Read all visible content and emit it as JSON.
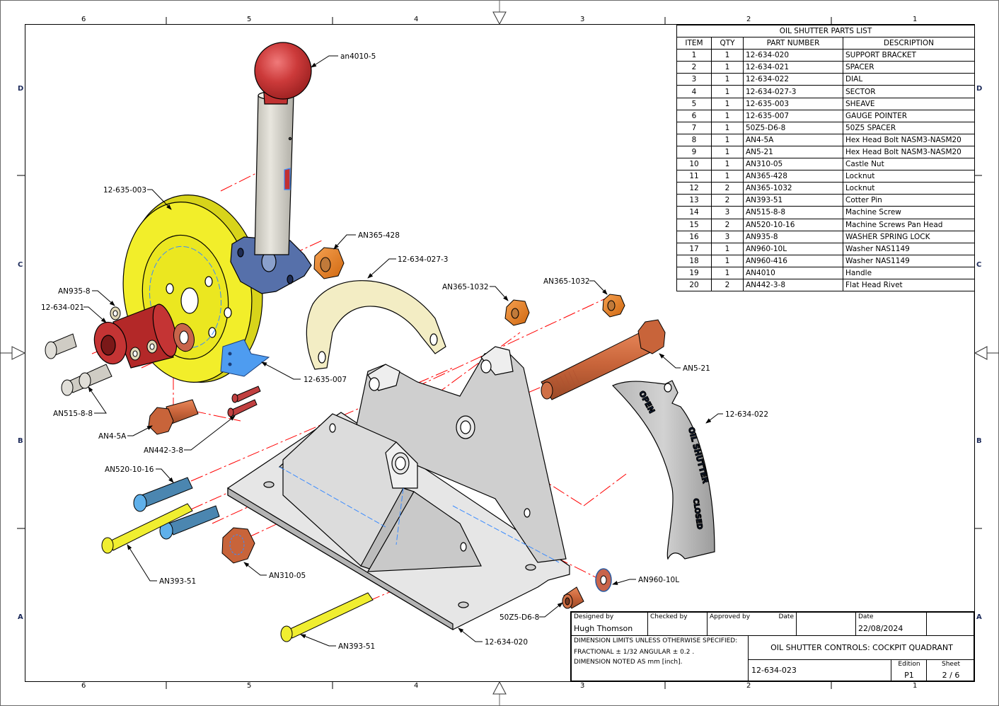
{
  "sheet": {
    "column_zones_top": [
      "6",
      "5",
      "4",
      "3",
      "2",
      "1"
    ],
    "column_zones_bottom": [
      "6",
      "5",
      "4",
      "3",
      "2",
      "1"
    ],
    "row_zones_left": [
      "D",
      "C",
      "B",
      "A"
    ],
    "row_zones_right": [
      "D",
      "C",
      "B",
      "A"
    ]
  },
  "parts_list": {
    "title": "OIL SHUTTER PARTS LIST",
    "columns": [
      "ITEM",
      "QTY",
      "PART NUMBER",
      "DESCRIPTION"
    ],
    "rows": [
      {
        "item": "1",
        "qty": "1",
        "part_number": "12-634-020",
        "description": "SUPPORT BRACKET"
      },
      {
        "item": "2",
        "qty": "1",
        "part_number": "12-634-021",
        "description": "SPACER"
      },
      {
        "item": "3",
        "qty": "1",
        "part_number": "12-634-022",
        "description": "DIAL"
      },
      {
        "item": "4",
        "qty": "1",
        "part_number": "12-634-027-3",
        "description": "SECTOR"
      },
      {
        "item": "5",
        "qty": "1",
        "part_number": "12-635-003",
        "description": "SHEAVE"
      },
      {
        "item": "6",
        "qty": "1",
        "part_number": "12-635-007",
        "description": "GAUGE POINTER"
      },
      {
        "item": "7",
        "qty": "1",
        "part_number": "50Z5-D6-8",
        "description": "50Z5 SPACER"
      },
      {
        "item": "8",
        "qty": "1",
        "part_number": "AN4-5A",
        "description": "Hex Head Bolt NASM3-NASM20"
      },
      {
        "item": "9",
        "qty": "1",
        "part_number": "AN5-21",
        "description": "Hex Head Bolt NASM3-NASM20"
      },
      {
        "item": "10",
        "qty": "1",
        "part_number": "AN310-05",
        "description": "Castle Nut"
      },
      {
        "item": "11",
        "qty": "1",
        "part_number": "AN365-428",
        "description": "Locknut"
      },
      {
        "item": "12",
        "qty": "2",
        "part_number": "AN365-1032",
        "description": "Locknut"
      },
      {
        "item": "13",
        "qty": "2",
        "part_number": "AN393-51",
        "description": "Cotter Pin"
      },
      {
        "item": "14",
        "qty": "3",
        "part_number": "AN515-8-8",
        "description": "Machine Screw"
      },
      {
        "item": "15",
        "qty": "2",
        "part_number": "AN520-10-16",
        "description": "Machine Screws Pan Head"
      },
      {
        "item": "16",
        "qty": "3",
        "part_number": "AN935-8",
        "description": "WASHER SPRING LOCK"
      },
      {
        "item": "17",
        "qty": "1",
        "part_number": "AN960-10L",
        "description": "Washer NAS1149"
      },
      {
        "item": "18",
        "qty": "1",
        "part_number": "AN960-416",
        "description": "Washer NAS1149"
      },
      {
        "item": "19",
        "qty": "1",
        "part_number": "AN4010",
        "description": "Handle"
      },
      {
        "item": "20",
        "qty": "2",
        "part_number": "AN442-3-8",
        "description": "Flat Head Rivet"
      }
    ]
  },
  "callouts": {
    "handle": "an4010-5",
    "sheave": "12-635-003",
    "locknut_428": "AN365-428",
    "sector": "12-634-027-3",
    "locknut_1032_a": "AN365-1032",
    "locknut_1032_b": "AN365-1032",
    "washer_spring": "AN935-8",
    "spacer": "12-634-021",
    "gauge_pointer": "12-635-007",
    "bolt_an5": "AN5-21",
    "dial": "12-634-022",
    "screw_515": "AN515-8-8",
    "bolt_an4": "AN4-5A",
    "rivet": "AN442-3-8",
    "screw_520": "AN520-10-16",
    "cotter_a": "AN393-51",
    "castle_nut": "AN310-05",
    "washer_960": "AN960-10L",
    "spacer_50z5": "50Z5-D6-8",
    "bracket": "12-634-020",
    "cotter_b": "AN393-51"
  },
  "dial_markings": {
    "open": "OPEN",
    "name": "OIL SHUTTER",
    "closed": "CLOSED"
  },
  "title_block": {
    "designed_by_label": "Designed by",
    "designed_by": "Hugh Thomson",
    "checked_by_label": "Checked by",
    "checked_by": "",
    "approved_by_label": "Approved by",
    "approved_date_label": "Date",
    "date_label": "Date",
    "date": "22/08/2024",
    "tolerance_line1": "DIMENSION LIMITS UNLESS OTHERWISE SPECIFIED:",
    "tolerance_line2": "FRACTIONAL ± 1/32 ANGULAR ± 0.2 .",
    "tolerance_line3": "DIMENSION NOTED AS mm [inch].",
    "title": "OIL SHUTTER CONTROLS: COCKPIT QUADRANT",
    "drawing_number": "12-634-023",
    "edition_label": "Edition",
    "edition": "P1",
    "sheet_label": "Sheet",
    "sheet": "2 / 6"
  },
  "colors": {
    "border": "#000000",
    "centerline": "#ff0000",
    "hidden_line": "#3a8bff",
    "zone_row_label": "#1c2a5a",
    "sheave_yellow": "#f2ee2a",
    "knob_red": "#cc3a3a",
    "copper": "#c8643a",
    "orange_nut": "#e97f1e",
    "bracket_gray": "#d9d9d9",
    "sector_cream": "#f3edc4",
    "pointer_blue": "#4e9cf0",
    "screw_blue": "#4b86b0",
    "pin_yellow": "#f0ee30"
  }
}
